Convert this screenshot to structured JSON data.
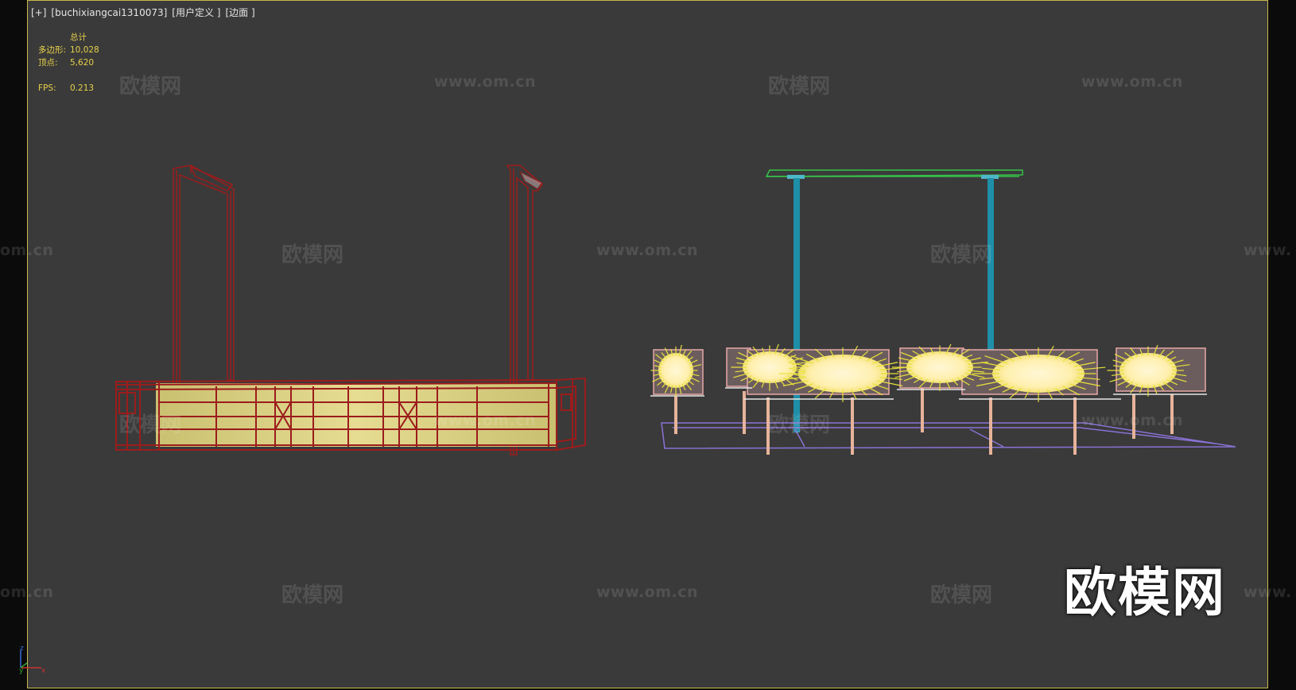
{
  "viewport": {
    "label_parts": [
      "[+]",
      "[buchixiangcai1310073]",
      "[用户定义 ]",
      "[边面 ]"
    ]
  },
  "stats": {
    "header": "总计",
    "polygons_label": "多边形:",
    "polygons_value": "10,028",
    "vertices_label": "顶点:",
    "vertices_value": "5,620",
    "fps_label": "FPS:",
    "fps_value": "0.213"
  },
  "watermark": {
    "brand": "欧模网",
    "url": "www.om.cn",
    "short_url": "om.cn",
    "cut_url": "www."
  },
  "axis": {
    "z": "z",
    "y": "y",
    "x": "x"
  },
  "colors": {
    "viewport_bg": "#3a3a3a",
    "viewport_border": "#c8b94a",
    "stats_text": "#e8d14a",
    "lamp1_wire": "#8b1a1a",
    "lamp1_glow": "#d8cf7a",
    "rod": "#1f8fa8",
    "plate": "#36c24a",
    "base_wire": "#8a72d6",
    "box_wire": "#e8a8a8",
    "glow": "#fff2b0",
    "ray": "#e8e23a"
  }
}
